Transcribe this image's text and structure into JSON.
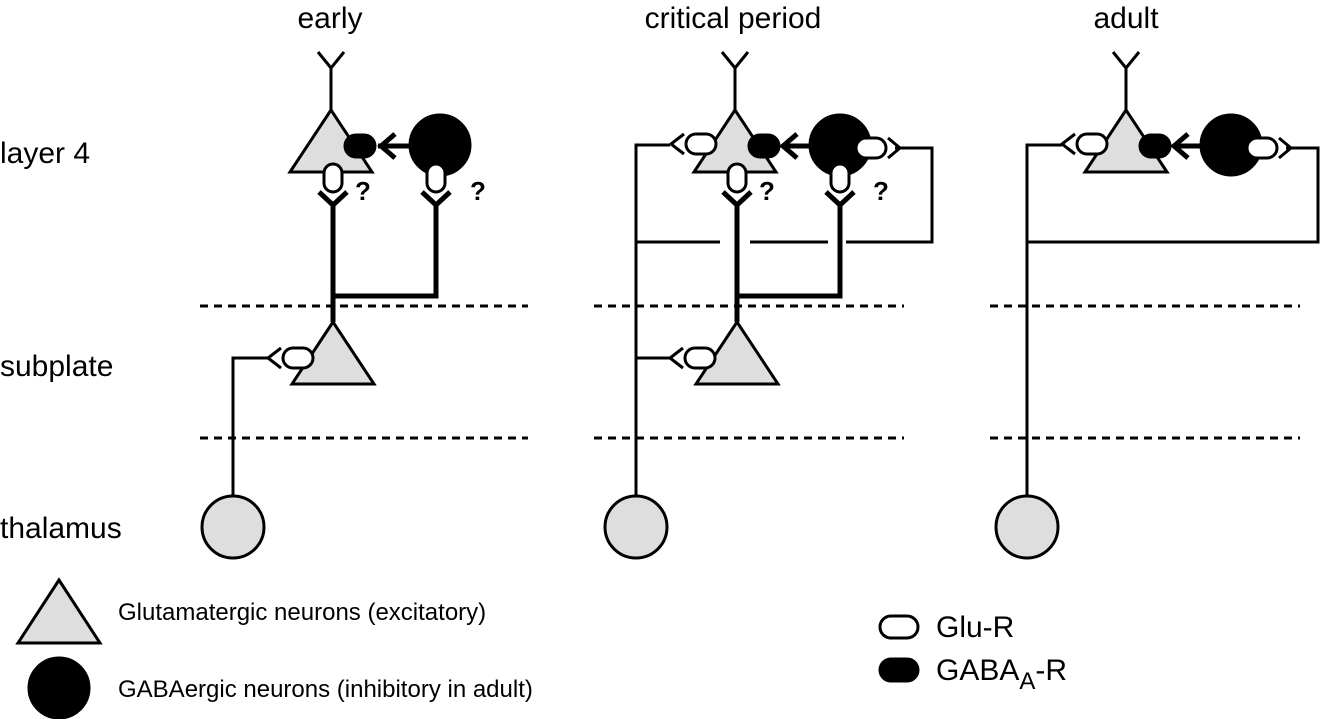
{
  "panels": {
    "early": "early",
    "critical": "critical period",
    "adult": "adult"
  },
  "rows": {
    "layer4": "layer 4",
    "subplate": "subplate",
    "thalamus": "thalamus"
  },
  "question_mark": "?",
  "legend": {
    "glutamatergic": "Glutamatergic neurons (excitatory)",
    "gabaergic": "GABAergic neurons (inhibitory in adult)",
    "glu_r": "Glu-R",
    "gaba_a_r_prefix": "GABA",
    "gaba_a_r_sub": "A",
    "gaba_a_r_suffix": "-R"
  },
  "colors": {
    "excitatory_fill": "#dedede",
    "inhibitory_fill": "#000000"
  }
}
